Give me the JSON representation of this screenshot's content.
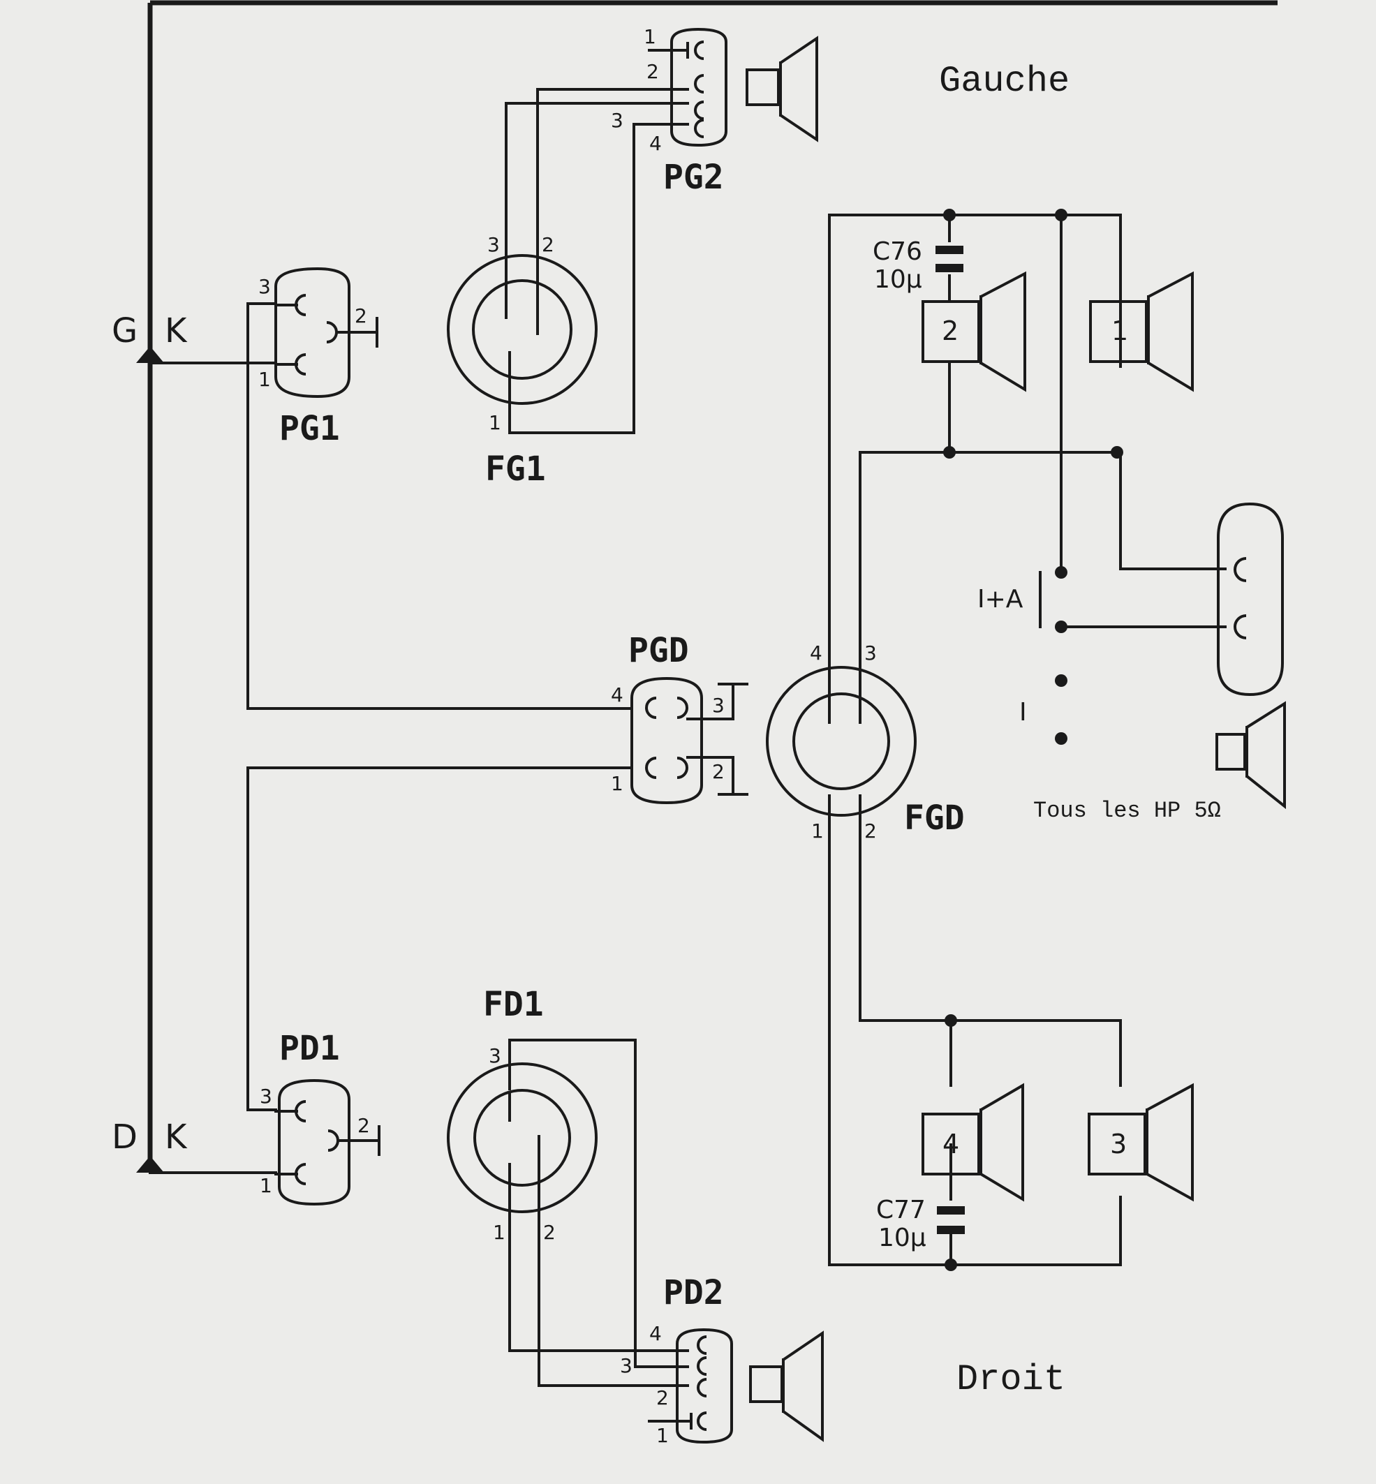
{
  "labels": {
    "gauche": "Gauche",
    "droit": "Droit",
    "g": "G",
    "d": "D",
    "k_top": "K",
    "k_bottom": "K",
    "pg1": "PG1",
    "pg2": "PG2",
    "fg1": "FG1",
    "pgd": "PGD",
    "fgd": "FGD",
    "fd1": "FD1",
    "pd1": "PD1",
    "pd2": "PD2",
    "c76": "C76",
    "c76_value": "10µ",
    "c77": "C77",
    "c77_value": "10µ",
    "switch_ia": "I+A",
    "switch_i": "I",
    "note": "Tous les HP 5Ω"
  },
  "speakers": [
    "1",
    "2",
    "3",
    "4"
  ],
  "pins": [
    "1",
    "2",
    "3",
    "4"
  ]
}
